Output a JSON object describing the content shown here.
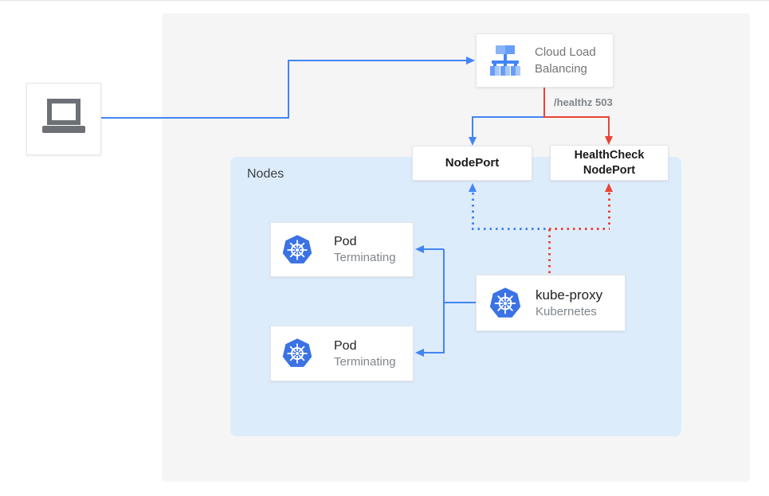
{
  "diagram": {
    "client": {
      "icon": "laptop-icon"
    },
    "cloud_load_balancing": {
      "icon": "load-balancer-icon",
      "label_line1": "Cloud Load",
      "label_line2": "Balancing"
    },
    "healthz_edge_label": "/healthz 503",
    "node_port_label": "NodePort",
    "health_check_node_port": {
      "label_line1": "HealthCheck",
      "label_line2": "NodePort"
    },
    "nodes_container_label": "Nodes",
    "pods": [
      {
        "icon": "kubernetes-icon",
        "title": "Pod",
        "status": "Terminating"
      },
      {
        "icon": "kubernetes-icon",
        "title": "Pod",
        "status": "Terminating"
      }
    ],
    "kube_proxy": {
      "icon": "kubernetes-icon",
      "title": "kube-proxy",
      "subtitle": "Kubernetes"
    },
    "colors": {
      "blue": "#4285f4",
      "red": "#ea4335",
      "nodes_panel_bg": "#ddecfb",
      "outer_panel_bg": "#f5f5f5",
      "kubernetes_blue": "#3b72e4",
      "laptop_gray": "#6d7175"
    }
  }
}
